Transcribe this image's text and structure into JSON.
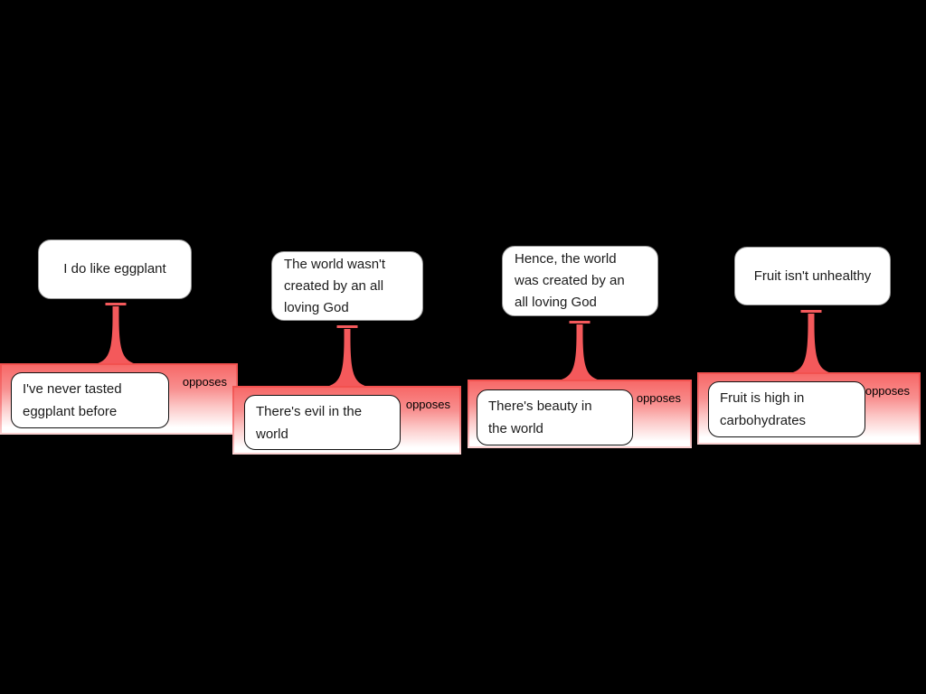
{
  "canvas": {
    "background": "#000000"
  },
  "colors": {
    "accent": "#f4595b",
    "group_gradient_top": "#f76968",
    "group_gradient_bottom": "#ffffff",
    "box_background": "#ffffff",
    "box_border": "#111111",
    "text": "#1b1b1b"
  },
  "pairs": [
    {
      "claim": "I do like eggplant",
      "objection": "I've never tasted\neggplant before",
      "relation_label": "opposes"
    },
    {
      "claim": "The world wasn't\ncreated by an all\nloving God",
      "objection": "There's evil in the\nworld",
      "relation_label": "opposes"
    },
    {
      "claim": "Hence, the world\nwas created by an\nall loving God",
      "objection": "There's beauty in\nthe world",
      "relation_label": "opposes"
    },
    {
      "claim": "Fruit isn't unhealthy",
      "objection": "Fruit is high in\ncarbohydrates",
      "relation_label": "opposes"
    }
  ]
}
